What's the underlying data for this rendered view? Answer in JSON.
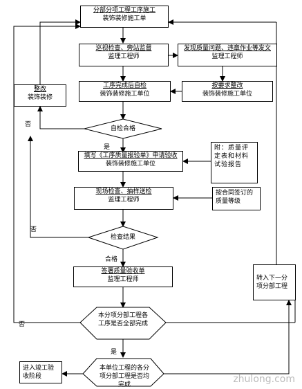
{
  "nodes": {
    "n1": {
      "line1": "分部分项工程工序施工",
      "line2": "装饰装修施工单"
    },
    "n2": {
      "line1": "巡视检查、旁站监督",
      "line2": "监理工程师"
    },
    "n3": {
      "line1": "发现质量问题、违章作业等发文",
      "line2": "监理工程师"
    },
    "n4": {
      "line1": "整改",
      "line2": "装饰装修"
    },
    "n5": {
      "line1": "工序完成后自检",
      "line2": "装饰装修施工单位"
    },
    "n6": {
      "line1": "按要求整改",
      "line2": "装饰装修施工单位"
    },
    "d1": {
      "text": "自检合格"
    },
    "n7": {
      "text": "附：质量评定表和材料试验报告"
    },
    "n8": {
      "line1": "填写《工序质量报验单》申请验收",
      "line2": "装饰装修施工单位"
    },
    "n9": {
      "line1": "现场检查、抽样送检",
      "line2": "监理工程师"
    },
    "n10": {
      "text": "按合同签订的质量等级"
    },
    "d2": {
      "text": "检查结果"
    },
    "n11": {
      "line1": "签署质量验收单",
      "line2": "监理工程师"
    },
    "n12": {
      "text": "转入下一分项分部工程"
    },
    "d3": {
      "text": "本分项分部工程各工序是否全部完成"
    },
    "n13": {
      "text": "进入竣工验收阶段"
    },
    "d4": {
      "text": "本单位工程的各分项分部工程是否均完成"
    }
  },
  "labels": {
    "no1": "否",
    "yes1": "是",
    "no2": "否",
    "pass": "合格",
    "no3": "否",
    "yes2": "是"
  },
  "watermark": "zhulong.com"
}
